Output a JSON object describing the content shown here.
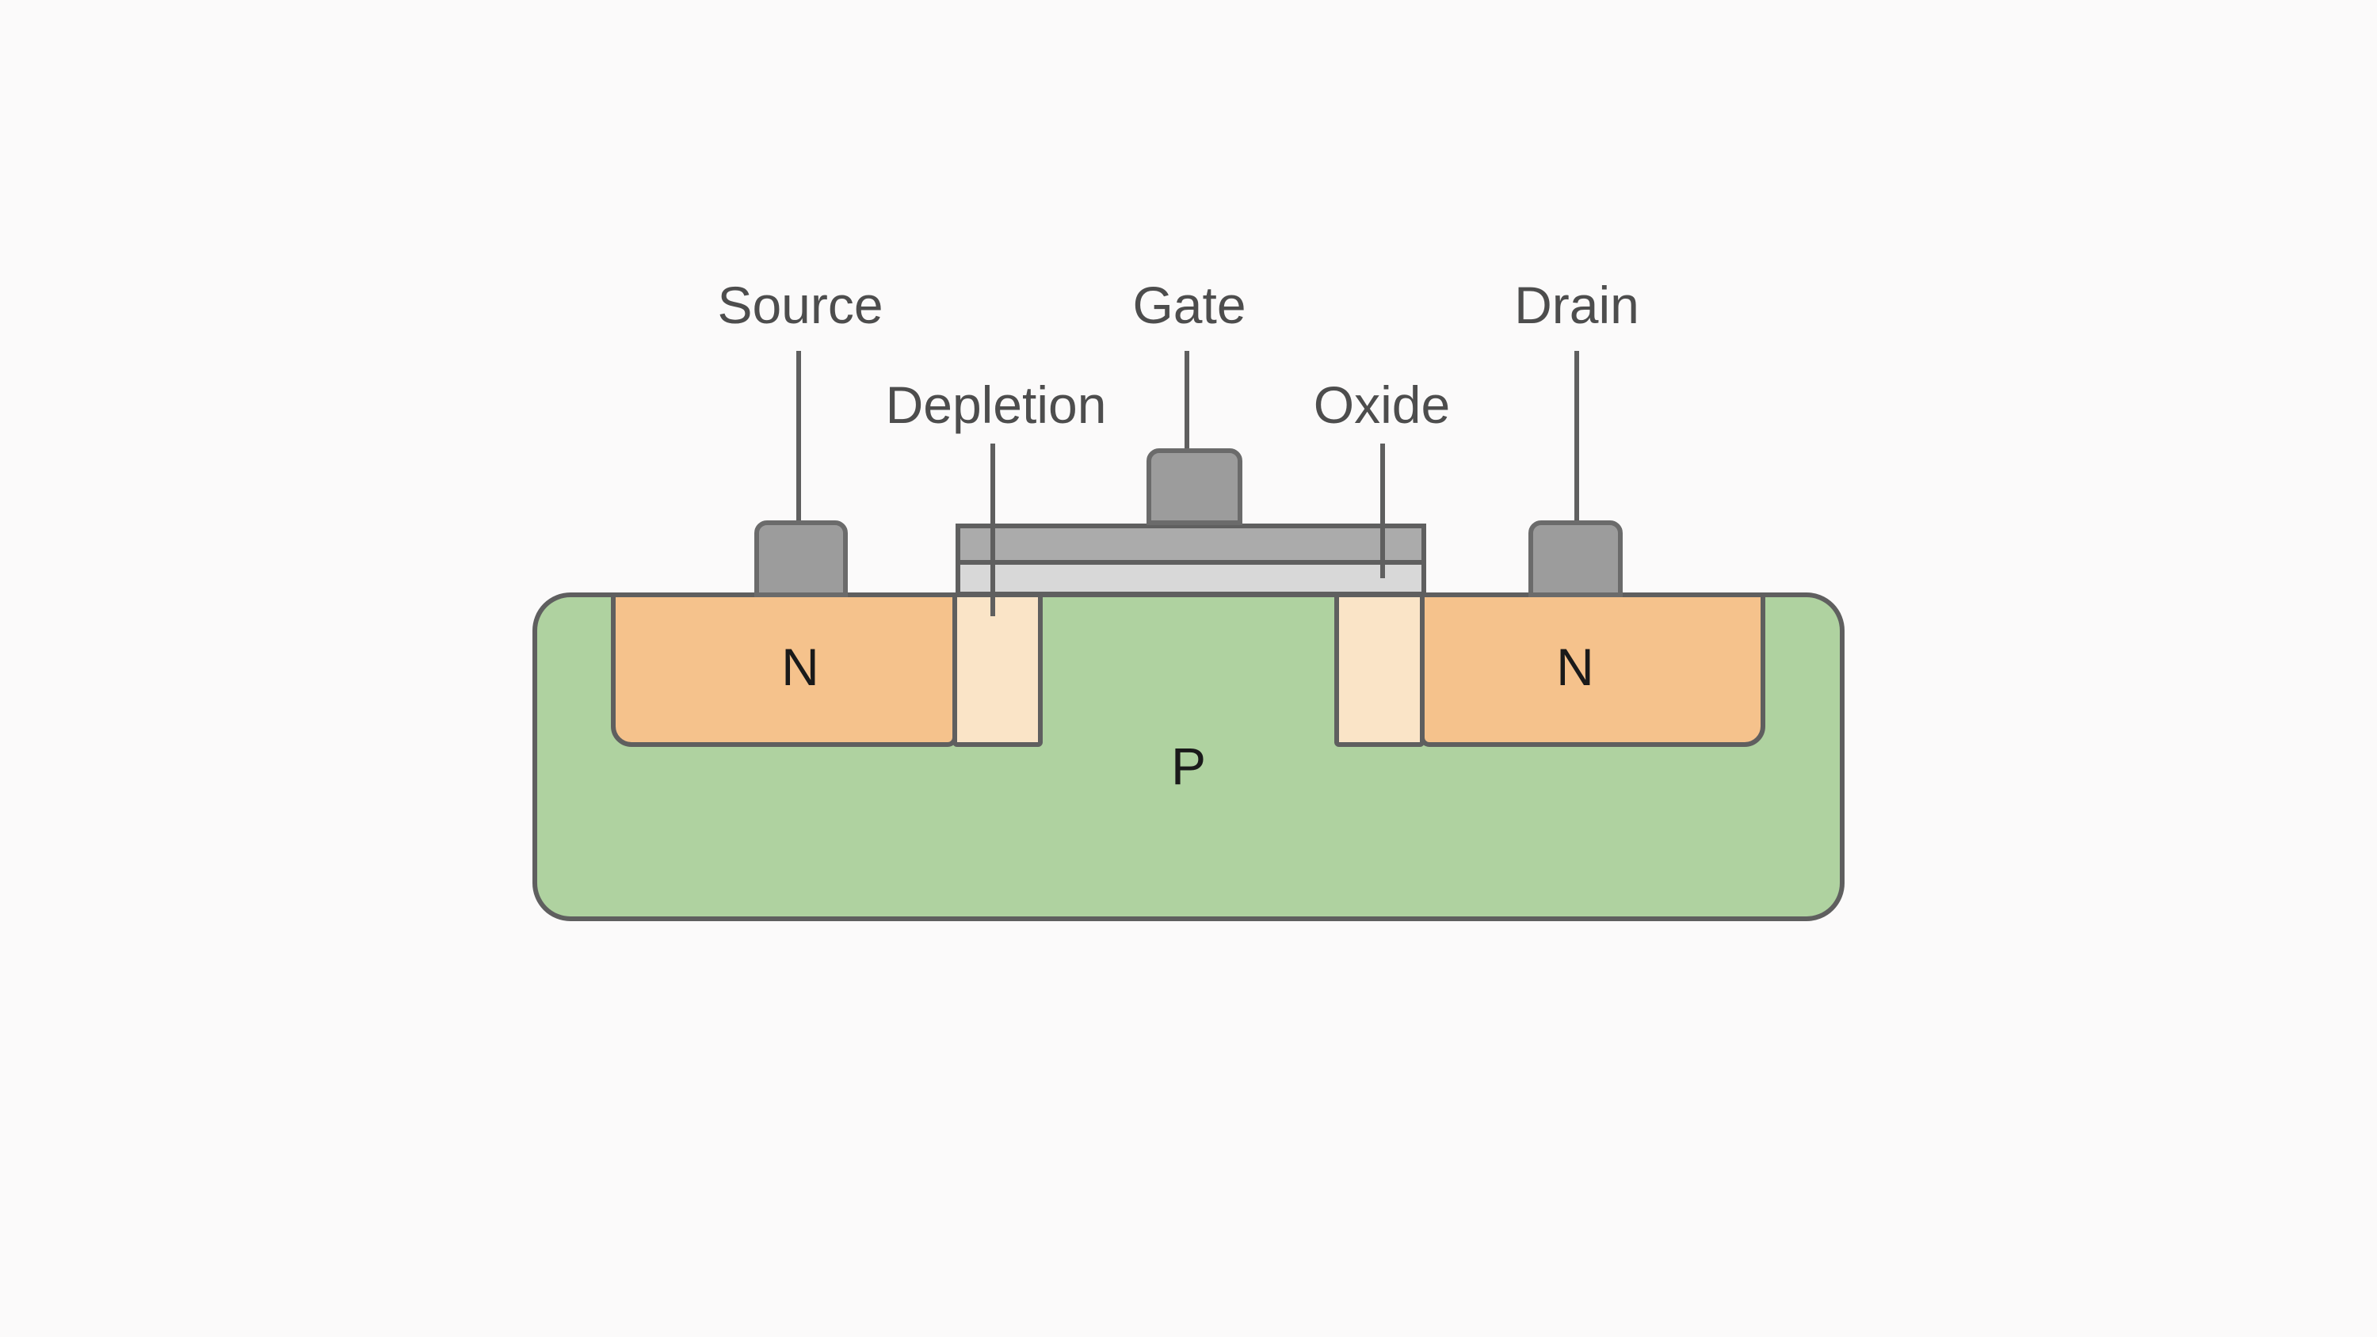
{
  "diagram": {
    "type": "mosfet-cross-section",
    "terminal_labels": {
      "source": "Source",
      "gate": "Gate",
      "drain": "Drain"
    },
    "layer_labels": {
      "depletion": "Depletion",
      "oxide": "Oxide"
    },
    "region_labels": {
      "n_source": "N",
      "n_drain": "N",
      "p_substrate": "P"
    }
  },
  "colors": {
    "background": "#FBFAFA",
    "p_substrate": "#AFD2A0",
    "n_region": "#F5C28C",
    "depletion_region": "#FAE4C7",
    "oxide_layer": "#D8D8D8",
    "gate_metal": "#ABABAB",
    "contact_fill": "#9C9C9C",
    "outline": "#5F5F5F",
    "contact_outline": "#6B6B6B",
    "leader_line": "#5F5F5F",
    "terminal_text": "#4D4D4D",
    "region_text": "#1A1A1A"
  }
}
